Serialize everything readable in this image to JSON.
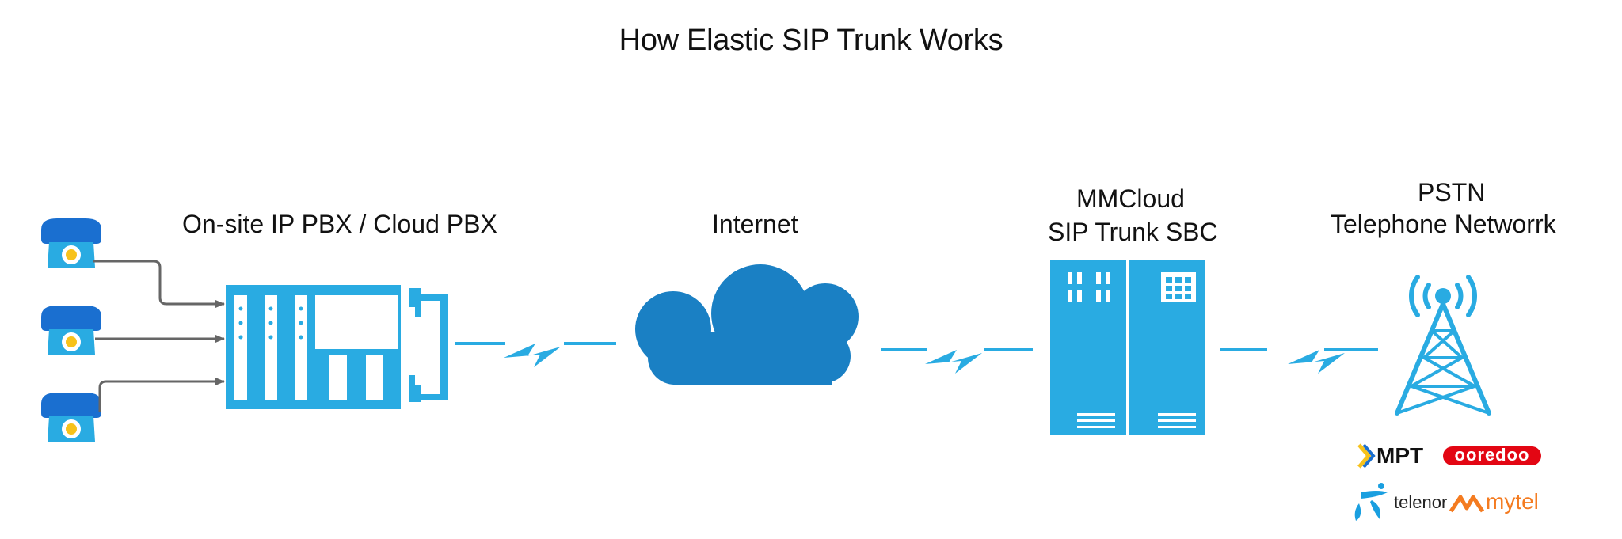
{
  "title": "How Elastic SIP Trunk Works",
  "nodes": {
    "pbx": {
      "label": "On-site IP PBX / Cloud PBX"
    },
    "internet": {
      "label": "Internet"
    },
    "sbc": {
      "line1": "MMCloud",
      "line2": "SIP Trunk SBC"
    },
    "pstn": {
      "line1": "PSTN",
      "line2": "Telephone Networrk"
    }
  },
  "carriers": {
    "mpt": "MPT",
    "ooredoo": "ooredoo",
    "telenor": "telenor",
    "mytel": "mytel"
  },
  "colors": {
    "primary": "#29abe2",
    "cloud": "#1a80c4",
    "phone_yellow": "#f7c21b",
    "arrow": "#666666",
    "ooredoo_red": "#e30613",
    "mytel_orange": "#f47b20",
    "telenor_blue": "#1a9fe0"
  }
}
